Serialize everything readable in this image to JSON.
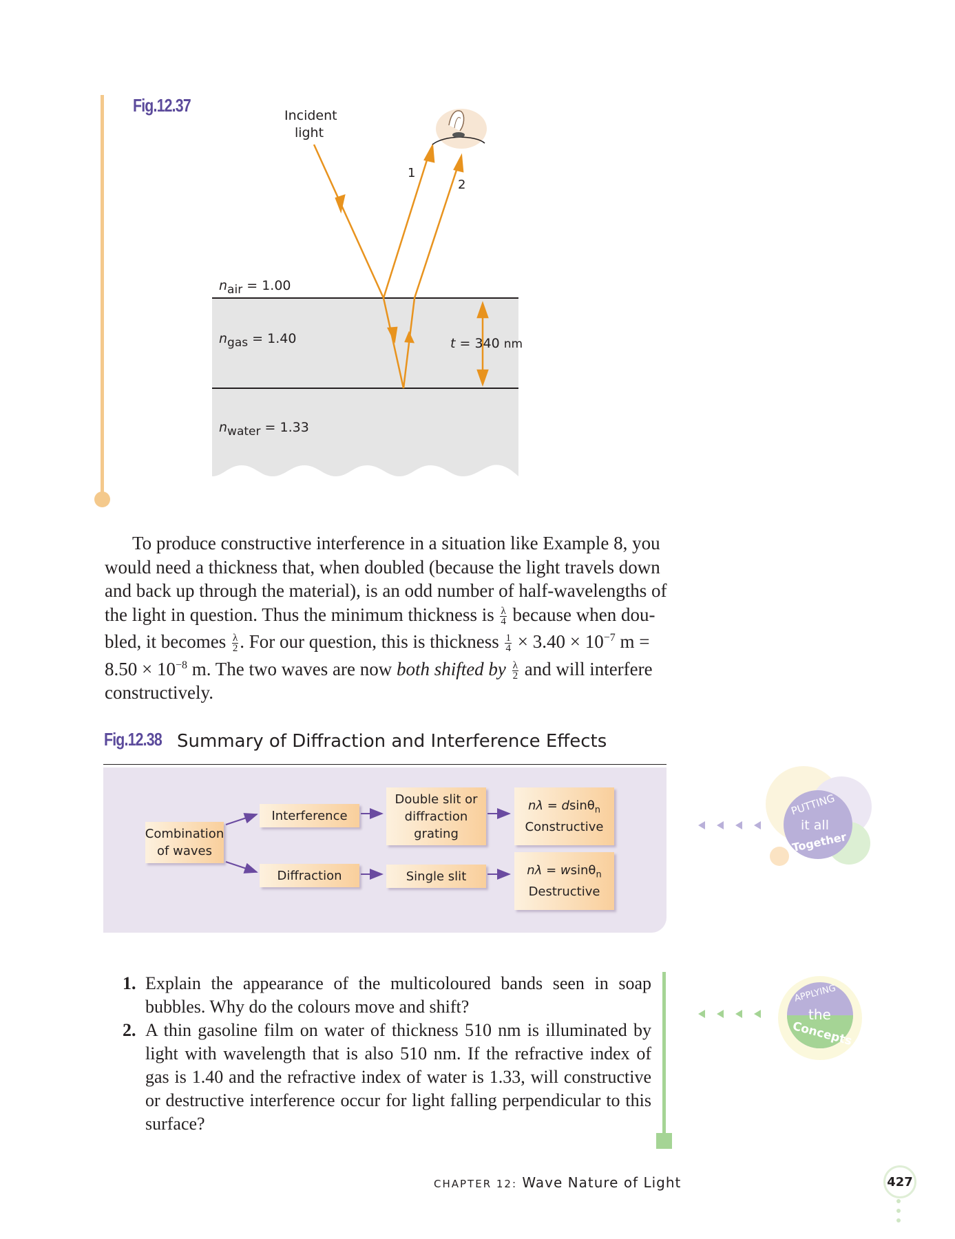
{
  "fig37": {
    "label": "Fig.12.37",
    "incident_line1": "Incident",
    "incident_line2": "light",
    "ray1": "1",
    "ray2": "2",
    "n_air": "1.00",
    "n_gas": "1.40",
    "n_water": "1.33",
    "thickness_value": "340",
    "thickness_unit": "nm"
  },
  "paragraph": {
    "l1": "To produce constructive interference in a situation like Example 8, you",
    "l2": "would need a thickness that, when doubled (because the light travels down",
    "l3": "and back up through the material), is an odd number of half-wavelengths of",
    "l4a": "the light in question. Thus the minimum thickness is",
    "l4b": "because when dou-",
    "l5a": "bled, it becomes",
    "l5b": ". For our question, this is thickness",
    "l5c": "× 3.40 × 10",
    "l5d": "−7",
    "l5e": " m =",
    "l6a": "8.50 × 10",
    "l6b": "−8",
    "l6c": " m. The two waves are now ",
    "l6d": "both shifted by",
    "l6e": "and will interfere",
    "l7": "constructively.",
    "lambda": "λ",
    "four": "4",
    "two": "2",
    "one": "1"
  },
  "fig38": {
    "label": "Fig.12.38",
    "title": "Summary of Diffraction and Interference Effects",
    "combination_l1": "Combination",
    "combination_l2": "of waves",
    "interference": "Interference",
    "diffraction": "Diffraction",
    "double_l1": "Double slit or",
    "double_l2": "diffraction",
    "double_l3": "grating",
    "single_slit": "Single slit",
    "constructive_formula_a": "nλ = ",
    "constructive_formula_b": "d",
    "constructive_formula_c": "sinθ",
    "constructive_formula_sub": "n",
    "constructive": "Constructive",
    "destructive_formula_a": "nλ = ",
    "destructive_formula_b": "w",
    "destructive_formula_c": "sinθ",
    "destructive_formula_sub": "n",
    "destructive": "Destructive"
  },
  "badges": {
    "putting_top": "PUTTING",
    "putting_mid": "it all",
    "putting_bottom": "Together",
    "applying_top": "APPLYING",
    "applying_mid": "the",
    "applying_bottom": "Concepts"
  },
  "questions": [
    {
      "num": "1.",
      "text": "Explain the appearance of the multicoloured bands seen in soap bubbles. Why do the colours move and shift?"
    },
    {
      "num": "2.",
      "text": "A thin gasoline film on water of thickness 510 nm is illuminated by light with wavelength that is also 510 nm. If the refractive index of gas is 1.40 and the refractive index of water is 1.33, will constructive or destructive interference occur for light falling perpendicular to this surface?"
    }
  ],
  "footer": {
    "chapter": "CHAPTER 12:",
    "chapter_title": "Wave Nature of Light",
    "page_number": "427"
  },
  "colors": {
    "ray": "#e8931e",
    "fig_label": "#5b4a9b",
    "fig38_bg": "#e9e3ef",
    "arrow_purple": "#6a4aa0",
    "green_bar": "#a5d495",
    "orange_bar": "#f4c98c"
  }
}
